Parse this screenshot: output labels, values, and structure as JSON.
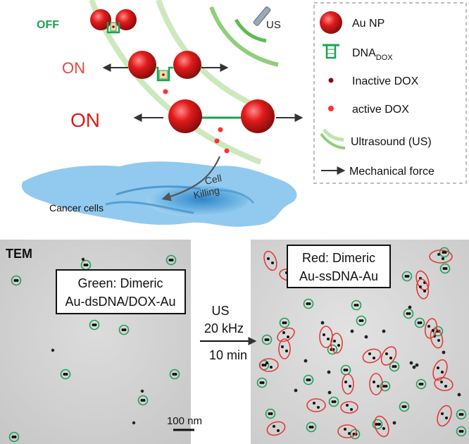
{
  "colors": {
    "gold_red": "#e11a1a",
    "dna_green": "#1aa352",
    "label_red": "#e8463a",
    "ultrasound_green": "#8fcf7a",
    "cell_blue": "#5aa9de",
    "tem_gray": "#d4d4d4",
    "circle_green": "#21a05a",
    "ellipse_red": "#e23b3b"
  },
  "schematic": {
    "state_off": "OFF",
    "state_on_1": "ON",
    "state_on_2": "ON",
    "us_label": "US",
    "cell_killing_1": "Cell",
    "cell_killing_2": "Killing",
    "cancer_cells": "Cancer cells"
  },
  "legend": {
    "items": [
      {
        "label": "Au NP",
        "icon": "red-sphere-icon"
      },
      {
        "label": "DNA",
        "sub": "DOX",
        "icon": "dna-hairpin-icon"
      },
      {
        "label": "Inactive DOX",
        "icon": "dark-red-dot-icon"
      },
      {
        "label": "active DOX",
        "icon": "red-dot-icon"
      },
      {
        "label": "Ultrasound (US)",
        "icon": "ultrasound-waves-icon"
      },
      {
        "label": "Mechanical force",
        "icon": "arrow-right-icon"
      }
    ]
  },
  "tem": {
    "tem_label": "TEM",
    "left_box_line1": "Green: Dimeric",
    "left_box_line2": "Au-dsDNA/DOX-Au",
    "right_box_line1": "Red: Dimeric",
    "right_box_line2": "Au-ssDNA-Au",
    "us_line1": "US",
    "us_line2": "20 kHz",
    "us_line3": "10 min",
    "scale_bar": "100 nm"
  }
}
